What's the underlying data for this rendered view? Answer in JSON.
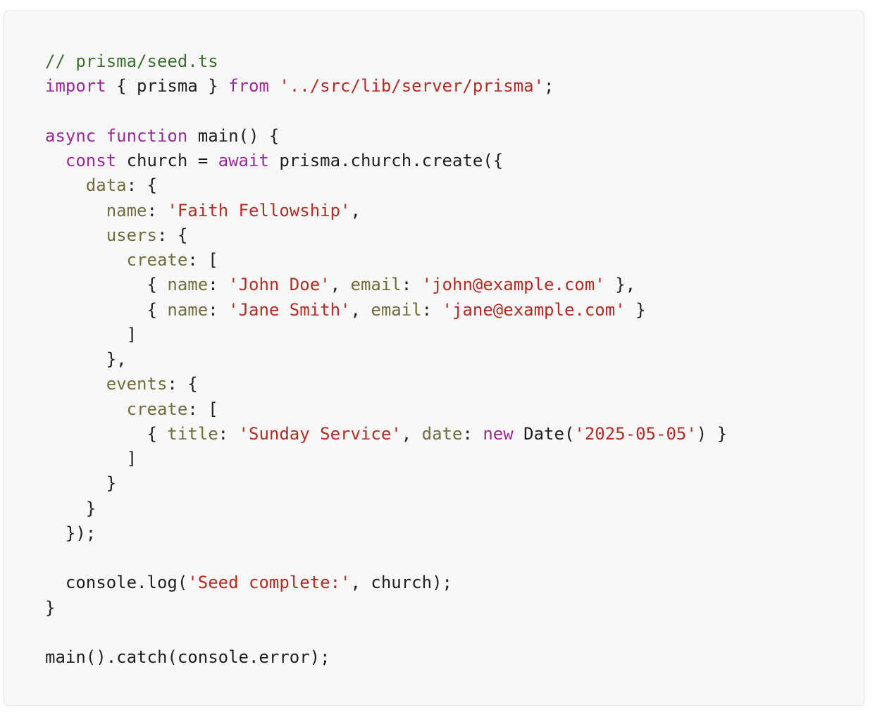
{
  "colors": {
    "background": "#f8f8f8",
    "border": "#e4e4e4",
    "comment": "#3c6e2f",
    "keyword": "#9a2a98",
    "string": "#b32b22",
    "property": "#726b3c",
    "plain": "#1f1f1f"
  },
  "code_lines": [
    [
      [
        "comment",
        "// prisma/seed.ts"
      ]
    ],
    [
      [
        "keyword",
        "import"
      ],
      [
        "plain",
        " { prisma } "
      ],
      [
        "keyword",
        "from"
      ],
      [
        "plain",
        " "
      ],
      [
        "string",
        "'../src/lib/server/prisma'"
      ],
      [
        "plain",
        ";"
      ]
    ],
    [],
    [
      [
        "keyword",
        "async"
      ],
      [
        "plain",
        " "
      ],
      [
        "keyword",
        "function"
      ],
      [
        "plain",
        " main() {"
      ]
    ],
    [
      [
        "plain",
        "  "
      ],
      [
        "keyword",
        "const"
      ],
      [
        "plain",
        " church = "
      ],
      [
        "keyword",
        "await"
      ],
      [
        "plain",
        " prisma.church.create({"
      ]
    ],
    [
      [
        "plain",
        "    "
      ],
      [
        "property",
        "data"
      ],
      [
        "plain",
        ": {"
      ]
    ],
    [
      [
        "plain",
        "      "
      ],
      [
        "property",
        "name"
      ],
      [
        "plain",
        ": "
      ],
      [
        "string",
        "'Faith Fellowship'"
      ],
      [
        "plain",
        ","
      ]
    ],
    [
      [
        "plain",
        "      "
      ],
      [
        "property",
        "users"
      ],
      [
        "plain",
        ": {"
      ]
    ],
    [
      [
        "plain",
        "        "
      ],
      [
        "property",
        "create"
      ],
      [
        "plain",
        ": ["
      ]
    ],
    [
      [
        "plain",
        "          { "
      ],
      [
        "property",
        "name"
      ],
      [
        "plain",
        ": "
      ],
      [
        "string",
        "'John Doe'"
      ],
      [
        "plain",
        ", "
      ],
      [
        "property",
        "email"
      ],
      [
        "plain",
        ": "
      ],
      [
        "string",
        "'john@example.com'"
      ],
      [
        "plain",
        " },"
      ]
    ],
    [
      [
        "plain",
        "          { "
      ],
      [
        "property",
        "name"
      ],
      [
        "plain",
        ": "
      ],
      [
        "string",
        "'Jane Smith'"
      ],
      [
        "plain",
        ", "
      ],
      [
        "property",
        "email"
      ],
      [
        "plain",
        ": "
      ],
      [
        "string",
        "'jane@example.com'"
      ],
      [
        "plain",
        " }"
      ]
    ],
    [
      [
        "plain",
        "        ]"
      ]
    ],
    [
      [
        "plain",
        "      },"
      ]
    ],
    [
      [
        "plain",
        "      "
      ],
      [
        "property",
        "events"
      ],
      [
        "plain",
        ": {"
      ]
    ],
    [
      [
        "plain",
        "        "
      ],
      [
        "property",
        "create"
      ],
      [
        "plain",
        ": ["
      ]
    ],
    [
      [
        "plain",
        "          { "
      ],
      [
        "property",
        "title"
      ],
      [
        "plain",
        ": "
      ],
      [
        "string",
        "'Sunday Service'"
      ],
      [
        "plain",
        ", "
      ],
      [
        "property",
        "date"
      ],
      [
        "plain",
        ": "
      ],
      [
        "keyword",
        "new"
      ],
      [
        "plain",
        " Date("
      ],
      [
        "string",
        "'2025-05-05'"
      ],
      [
        "plain",
        ") }"
      ]
    ],
    [
      [
        "plain",
        "        ]"
      ]
    ],
    [
      [
        "plain",
        "      }"
      ]
    ],
    [
      [
        "plain",
        "    }"
      ]
    ],
    [
      [
        "plain",
        "  });"
      ]
    ],
    [],
    [
      [
        "plain",
        "  console.log("
      ],
      [
        "string",
        "'Seed complete:'"
      ],
      [
        "plain",
        ", church);"
      ]
    ],
    [
      [
        "plain",
        "}"
      ]
    ],
    [],
    [
      [
        "plain",
        "main().catch(console.error);"
      ]
    ]
  ]
}
